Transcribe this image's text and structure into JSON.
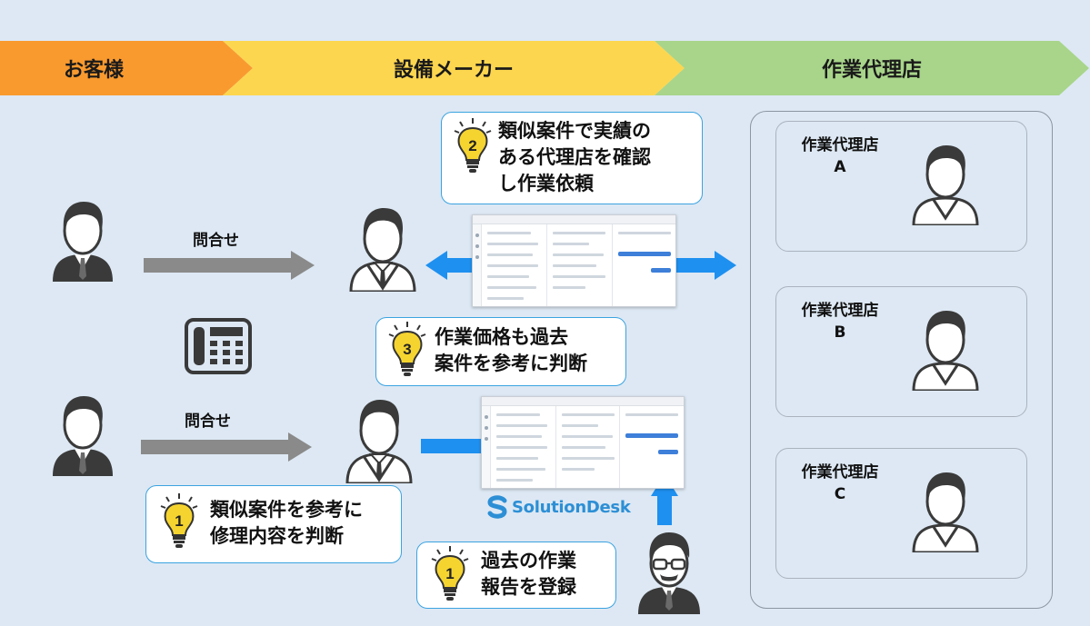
{
  "header": {
    "customer": "お客様",
    "maker": "設備メーカー",
    "agency": "作業代理店"
  },
  "arrows": {
    "inquiry_top": "問合せ",
    "inquiry_bottom": "問合せ"
  },
  "callouts": {
    "step2": {
      "num": "2",
      "lines": [
        "類似案件で実績の",
        "ある代理店を確認",
        "し作業依頼"
      ]
    },
    "step3": {
      "num": "3",
      "lines": [
        "作業価格も過去",
        "案件を参考に判断"
      ]
    },
    "step1_left": {
      "num": "1",
      "lines": [
        "類似案件を参考に",
        "修理内容を判断"
      ]
    },
    "step1_right": {
      "num": "1",
      "lines": [
        "過去の作業",
        "報告を登録"
      ]
    }
  },
  "agencies": [
    {
      "name": "作業代理店",
      "id": "A"
    },
    {
      "name": "作業代理店",
      "id": "B"
    },
    {
      "name": "作業代理店",
      "id": "C"
    }
  ],
  "logo": {
    "text": "SolutionDesk"
  },
  "colors": {
    "customer": "#f99a2f",
    "maker": "#fdd64f",
    "agency": "#a8d58a",
    "accent_blue": "#1e90f0",
    "gray_arrow": "#8a8a8a",
    "bulb": "#f6d430"
  }
}
